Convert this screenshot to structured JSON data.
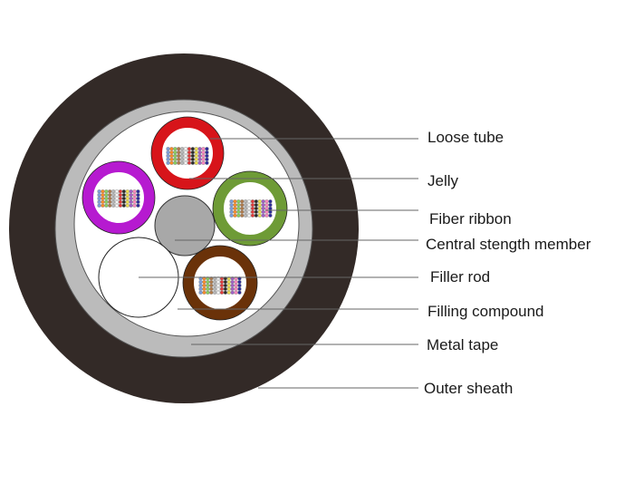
{
  "labels": {
    "loose_tube": "Loose tube",
    "jelly": "Jelly",
    "fiber_ribbon": "Fiber ribbon",
    "central_strength_member": "Central stength member",
    "filler_rod": "Filler rod",
    "filling_compound": "Filling compound",
    "metal_tape": "Metal tape",
    "outer_sheath": "Outer sheath"
  },
  "colors": {
    "outer_sheath": "#332a27",
    "metal_tape": "#bbbbbb",
    "filling_compound": "#ffffff",
    "central_strength_member": "#a8a8a8",
    "filler_rod": "#ffffff",
    "tube_red": "#d7141a",
    "tube_purple": "#b61ad0",
    "tube_green": "#6e9b36",
    "tube_brown": "#6a3209",
    "leader_line": "#666666",
    "fiber_palette": [
      "#7b9edc",
      "#ff8c2a",
      "#88d060",
      "#b07a4a",
      "#b8b8b8",
      "#f4f4f4",
      "#e23838",
      "#2a2a2a",
      "#f0e050",
      "#a060c8",
      "#ff88c0",
      "#2a2a9a"
    ]
  }
}
